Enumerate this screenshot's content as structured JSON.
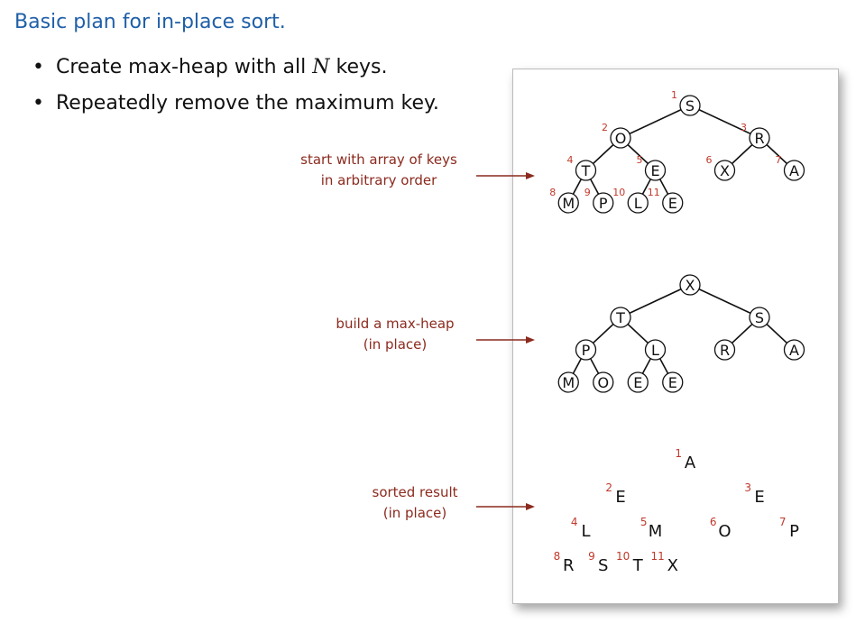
{
  "title": "Basic plan for in-place sort.",
  "bullets": [
    {
      "before": "Create max-heap with all ",
      "var": "N",
      "after": " keys."
    },
    {
      "before": "Repeatedly remove the maximum key.",
      "var": "",
      "after": ""
    }
  ],
  "stages": [
    {
      "label": [
        "start with array of keys",
        "in arbitrary order"
      ],
      "style": "tree",
      "keys": [
        "S",
        "O",
        "R",
        "T",
        "E",
        "X",
        "A",
        "M",
        "P",
        "L",
        "E"
      ],
      "show_indices": true
    },
    {
      "label": [
        "build a max-heap",
        "(in place)"
      ],
      "style": "tree",
      "keys": [
        "X",
        "T",
        "S",
        "P",
        "L",
        "R",
        "A",
        "M",
        "O",
        "E",
        "E"
      ],
      "show_indices": false
    },
    {
      "label": [
        "sorted result",
        "(in place)"
      ],
      "style": "plain",
      "keys": [
        "A",
        "E",
        "E",
        "L",
        "M",
        "O",
        "P",
        "R",
        "S",
        "T",
        "X"
      ],
      "show_indices": true
    }
  ],
  "colors": {
    "title": "#1f5fa8",
    "label": "#8b2a1e",
    "index": "#c0392b",
    "ink": "#111111"
  }
}
